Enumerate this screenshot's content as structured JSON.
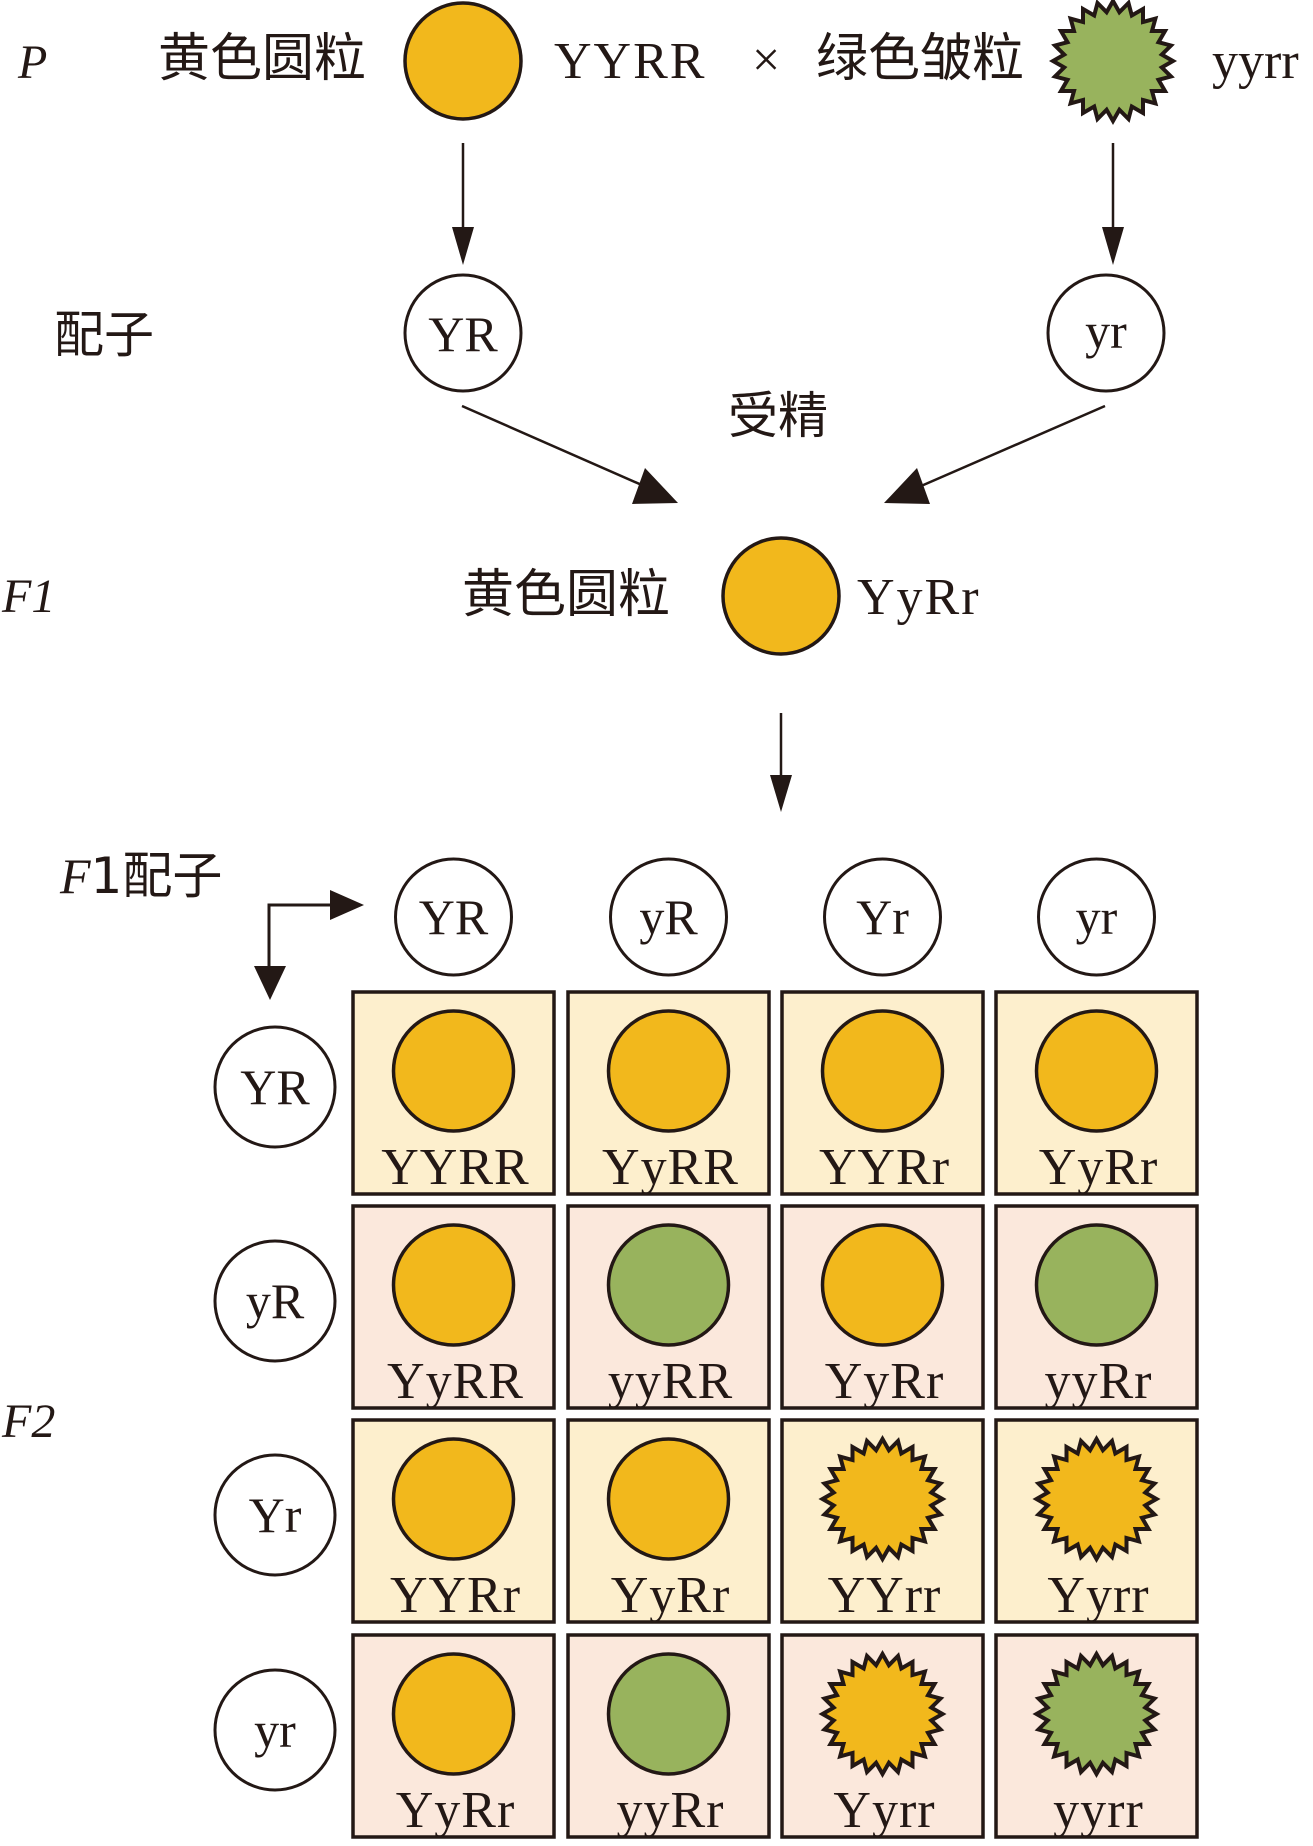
{
  "colors": {
    "yellow_seed": "#F2B81C",
    "green_seed": "#98B35D",
    "cell_light_yellow": "#FDEFCD",
    "cell_light_pink": "#FBE8DC",
    "stroke": "#231815"
  },
  "labels": {
    "p": "P",
    "f1": "F1",
    "f2": "F2",
    "gametes": "配子",
    "f1_gametes_italic": "F",
    "f1_gametes_rest": "1配子",
    "fertilization": "受精",
    "cross": "×"
  },
  "parents": {
    "left": {
      "phenotype": "黄色圆粒",
      "genotype": "YYRR",
      "color": "yellow",
      "shape": "round"
    },
    "right": {
      "phenotype": "绿色皱粒",
      "genotype": "yyrr",
      "color": "green",
      "shape": "wrinkled"
    }
  },
  "parent_gametes": [
    "YR",
    "yr"
  ],
  "f1": {
    "phenotype": "黄色圆粒",
    "genotype": "YyRr",
    "color": "yellow",
    "shape": "round"
  },
  "punnett": {
    "column_gametes": [
      "YR",
      "yR",
      "Yr",
      "yr"
    ],
    "row_gametes": [
      "YR",
      "yR",
      "Yr",
      "yr"
    ],
    "cells": [
      [
        {
          "genotype": "YYRR",
          "color": "yellow",
          "shape": "round"
        },
        {
          "genotype": "YyRR",
          "color": "yellow",
          "shape": "round"
        },
        {
          "genotype": "YYRr",
          "color": "yellow",
          "shape": "round"
        },
        {
          "genotype": "YyRr",
          "color": "yellow",
          "shape": "round"
        }
      ],
      [
        {
          "genotype": "YyRR",
          "color": "yellow",
          "shape": "round"
        },
        {
          "genotype": "yyRR",
          "color": "green",
          "shape": "round"
        },
        {
          "genotype": "YyRr",
          "color": "yellow",
          "shape": "round"
        },
        {
          "genotype": "yyRr",
          "color": "green",
          "shape": "round"
        }
      ],
      [
        {
          "genotype": "YYRr",
          "color": "yellow",
          "shape": "round"
        },
        {
          "genotype": "YyRr",
          "color": "yellow",
          "shape": "round"
        },
        {
          "genotype": "YYrr",
          "color": "yellow",
          "shape": "wrinkled"
        },
        {
          "genotype": "Yyrr",
          "color": "yellow",
          "shape": "wrinkled"
        }
      ],
      [
        {
          "genotype": "YyRr",
          "color": "yellow",
          "shape": "round"
        },
        {
          "genotype": "yyRr",
          "color": "green",
          "shape": "round"
        },
        {
          "genotype": "Yyrr",
          "color": "yellow",
          "shape": "wrinkled"
        },
        {
          "genotype": "yyrr",
          "color": "green",
          "shape": "wrinkled"
        }
      ]
    ]
  }
}
